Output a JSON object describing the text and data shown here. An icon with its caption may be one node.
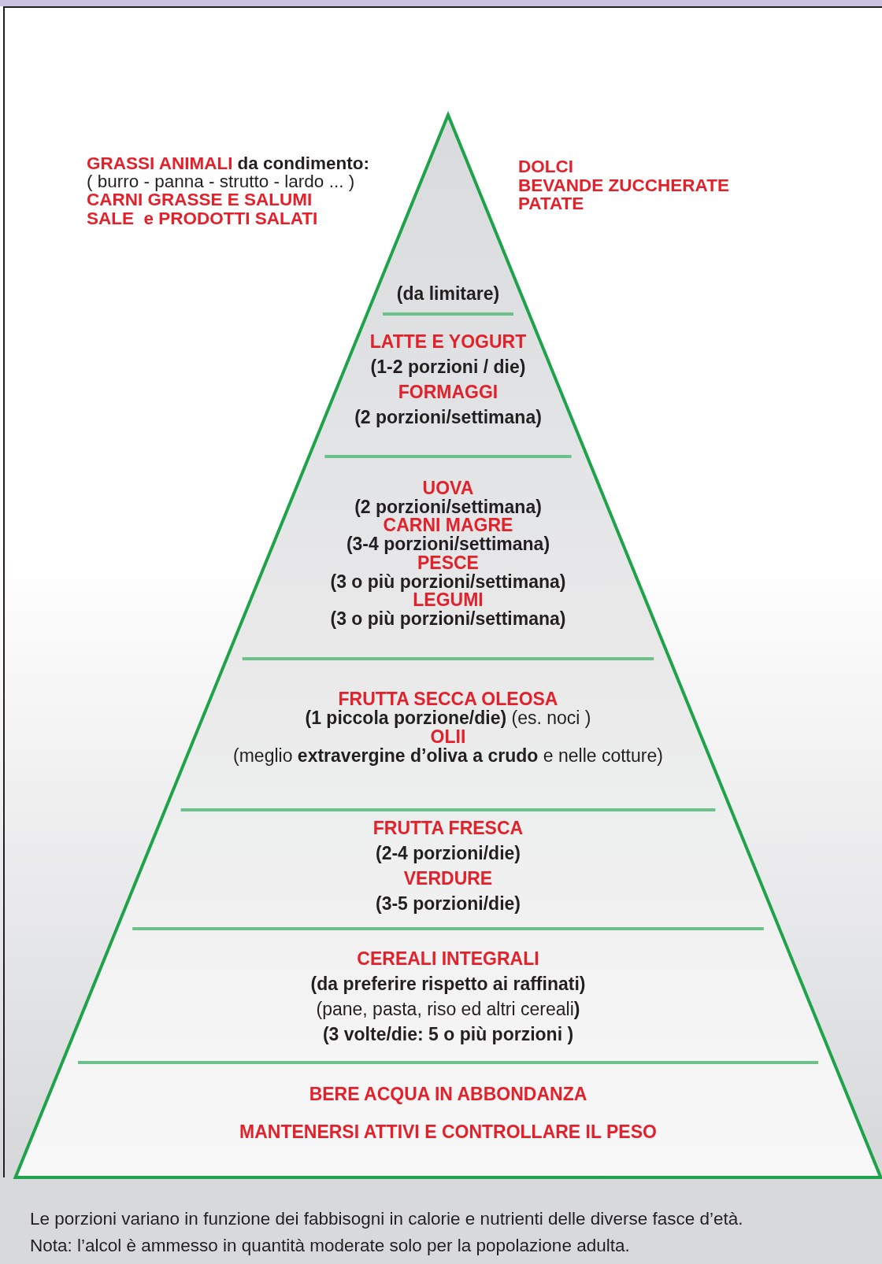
{
  "diagram": {
    "nodes": [
      {
        "text": [],
        "shape": "triangle"
      },
      {
        "text": [
          "(da limitare)"
        ],
        "in": 0
      },
      {
        "text": [
          "LATTE E YOGURT",
          "(1-2 porzioni / die)",
          "FORMAGGI",
          "(2 porzioni/settimana)"
        ],
        "in": 0
      },
      {
        "text": [
          "UOVA",
          "(2 porzioni/settimana)",
          "CARNI MAGRE",
          "(3-4 porzioni/settimana)",
          "PESCE",
          "(3 o più porzioni/settimana)",
          "LEGUMI",
          "(3 o più porzioni/settimana)"
        ],
        "in": 0
      },
      {
        "text": [
          "FRUTTA SECCA OLEOSA",
          "**(1 piccola porzione/die)** (es. noci )",
          "OLII",
          "(meglio **extravergine d’oliva a crudo** e nelle cotture)"
        ],
        "in": 0
      },
      {
        "text": [
          "FRUTTA FRESCA",
          "(2-4 porzioni/die)",
          "VERDURE",
          "(3-5 porzioni/die)"
        ],
        "in": 0
      },
      {
        "text": [
          "CEREALI INTEGRALI",
          "(da preferire rispetto ai raffinati)",
          "(pane, pasta, riso ed altri cereali**)**",
          "(3 volte/die: 5 o più porzioni )"
        ],
        "in": 0
      },
      {
        "text": [
          "BERE ACQUA IN ABBONDANZA",
          "MANTENERSI ATTIVI E CONTROLLARE IL PESO"
        ],
        "in": 0
      }
    ],
    "labels": [
      "GRASSI ANIMALI",
      "da condimento:",
      "( burro - panna - strutto - lardo ... )",
      "CARNI GRASSE E SALUMI",
      "SALE  e PRODOTTI SALATI",
      "DOLCI",
      "BEVANDE ZUCCHERATE",
      "PATATE",
      "Le porzioni variano in funzione dei fabbisogni in calorie e nutrienti delle diverse fasce d’età.",
      "Nota: l’alcol è ammesso in quantità moderate solo per la popolazione adulta."
    ]
  }
}
